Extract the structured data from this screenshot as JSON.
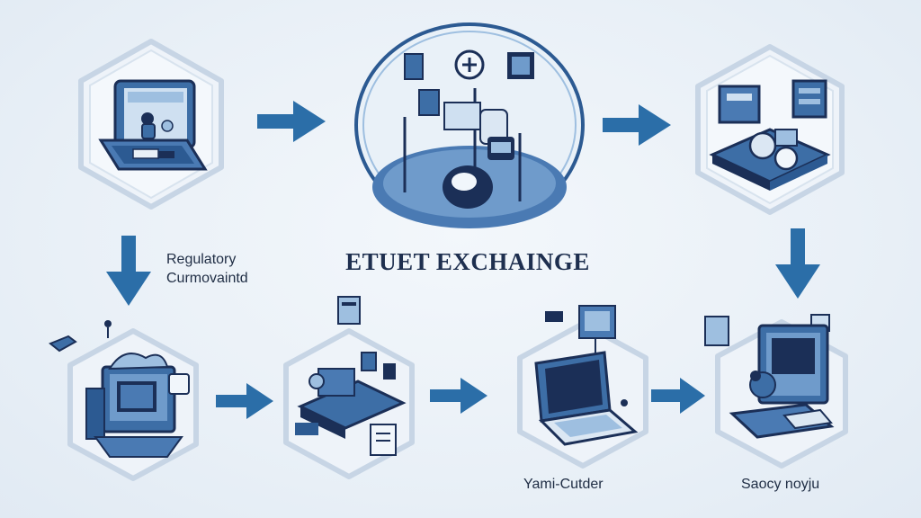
{
  "title": "ETUET EXCHAINGE",
  "labels": {
    "regulatory_line1": "Regulatory",
    "regulatory_line2": "Curmovaintd",
    "yami_cutder": "Yami-Cutder",
    "saocy_noyju": "Saocy noyju"
  },
  "nodes": [
    {
      "name": "hex-workstation-node",
      "icon": "laptop-desk-icon"
    },
    {
      "name": "circle-exchange-node",
      "icon": "exchange-hub-icon"
    },
    {
      "name": "hex-server-node",
      "icon": "server-cubes-icon"
    },
    {
      "name": "hex-computer-node",
      "icon": "desktop-monitor-icon"
    },
    {
      "name": "hex-analysis-node",
      "icon": "office-desk-icon"
    },
    {
      "name": "hex-laptop-node",
      "icon": "laptop-icon"
    },
    {
      "name": "hex-monitor-node",
      "icon": "monitor-workstation-icon"
    }
  ],
  "colors": {
    "accent": "#2b6ea8",
    "dark_navy": "#1b2f57",
    "hex_border": "#bfd0e2",
    "icon_blue": "#3f6fa8",
    "light_blue": "#9ebfe0"
  }
}
